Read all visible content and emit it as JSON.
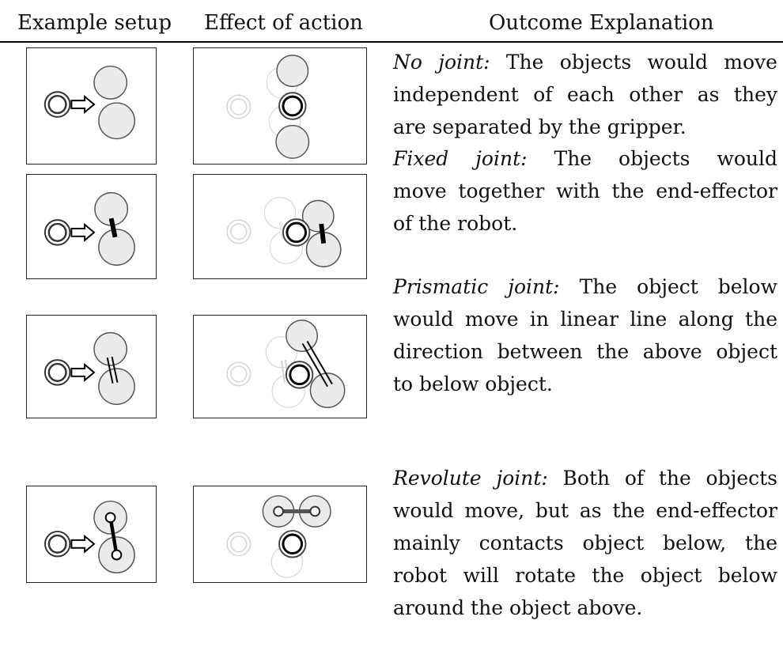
{
  "header": {
    "col1": "Example setup",
    "col2": "Effect of action",
    "col3": "Outcome Explanation"
  },
  "rows": [
    {
      "joint": "No joint:",
      "lines": [
        "The objects would move",
        "independent of each other as they",
        "are separated by the gripper."
      ]
    },
    {
      "joint": "Fixed joint:",
      "lines": [
        "The objects would",
        "move together with the end-effector",
        "of the robot."
      ]
    },
    {
      "joint": "Prismatic joint:",
      "lines": [
        "The object below",
        "would move in linear line along the",
        "direction between the above object",
        "to below object."
      ]
    },
    {
      "joint": "Revolute joint:",
      "lines": [
        "Both of the objects",
        "would move, but as the end-effector",
        "mainly contacts object below, the",
        "robot will rotate the object below",
        "around the object above."
      ]
    }
  ],
  "colors": {
    "object_fill": "#ebebeb",
    "object_stroke": "#555555",
    "faded": "#c8c8c8",
    "ink": "#000000"
  }
}
